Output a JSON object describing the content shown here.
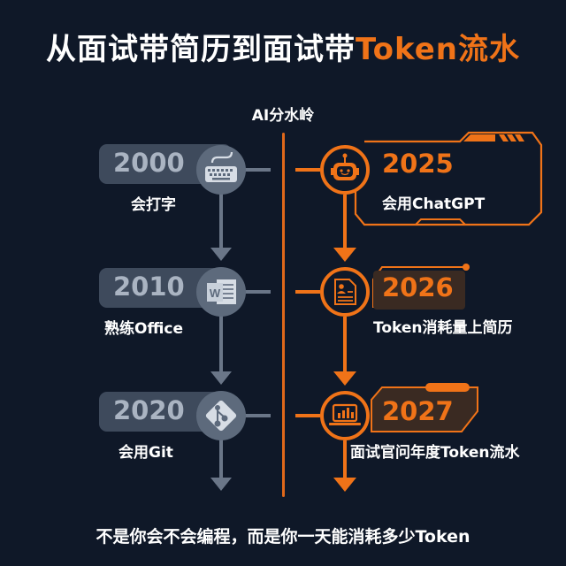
{
  "title": {
    "prefix": "从面试带简历到面试带",
    "highlight": "Token流水"
  },
  "divider_label": "AI分水岭",
  "left_timeline": [
    {
      "year": "2000",
      "label": "会打字",
      "icon": "keyboard-icon"
    },
    {
      "year": "2010",
      "label": "熟练Office",
      "icon": "word-document-icon"
    },
    {
      "year": "2020",
      "label": "会用Git",
      "icon": "git-icon"
    }
  ],
  "right_timeline": [
    {
      "year": "2025",
      "label": "会用ChatGPT",
      "icon": "robot-icon"
    },
    {
      "year": "2026",
      "label": "Token消耗量上简历",
      "icon": "resume-icon"
    },
    {
      "year": "2027",
      "label": "面试官问年度Token流水",
      "icon": "laptop-chart-icon"
    }
  ],
  "footer": "不是你会不会编程，而是你一天能消耗多少Token",
  "colors": {
    "background": "#0f1828",
    "accent": "#f07318",
    "old_gray": "#5d6a7c",
    "text": "#ffffff"
  }
}
